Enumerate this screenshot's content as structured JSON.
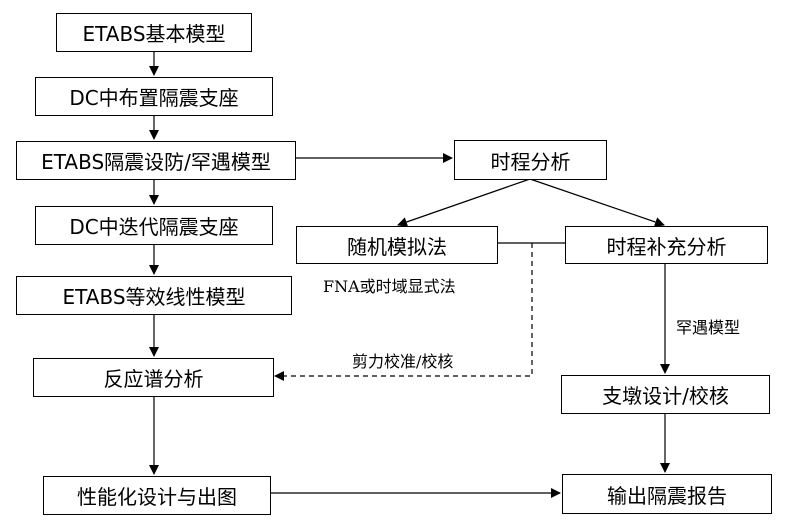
{
  "nodes": {
    "etabs_basic": "ETABS基本模型",
    "dc_place": "DC中布置隔震支座",
    "etabs_fortify": "ETABS隔震设防/罕遇模型",
    "dc_iterate": "DC中迭代隔震支座",
    "etabs_equiv": "ETABS等效线性模型",
    "response_spectrum": "反应谱分析",
    "performance": "性能化设计与出图",
    "time_history": "时程分析",
    "random_sim": "随机模拟法",
    "th_supplement": "时程补充分析",
    "pier_design": "支墩设计/校核",
    "output_report": "输出隔震报告"
  },
  "labels": {
    "fna": "FNA或时域显式法",
    "rare": "罕遇模型",
    "shear": "剪力校准/校核"
  },
  "colors": {
    "line": "#000000",
    "box_border": "#000000"
  }
}
